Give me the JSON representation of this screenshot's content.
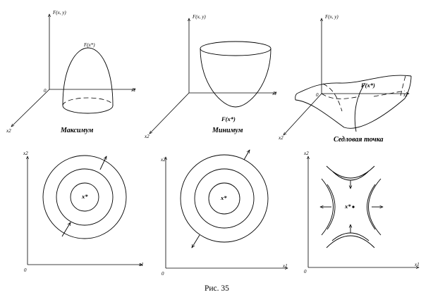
{
  "figure": {
    "caption": "Рис. 35",
    "fn_axis_label": "F(x, y)",
    "x1_label": "x1",
    "x2_label": "x2",
    "origin_label": "0",
    "fx_label": "F(x*)",
    "point_label": "x*"
  },
  "top_panels": [
    {
      "title": "Максимум"
    },
    {
      "title": "Минимум"
    },
    {
      "title": "Седловая точка"
    }
  ]
}
